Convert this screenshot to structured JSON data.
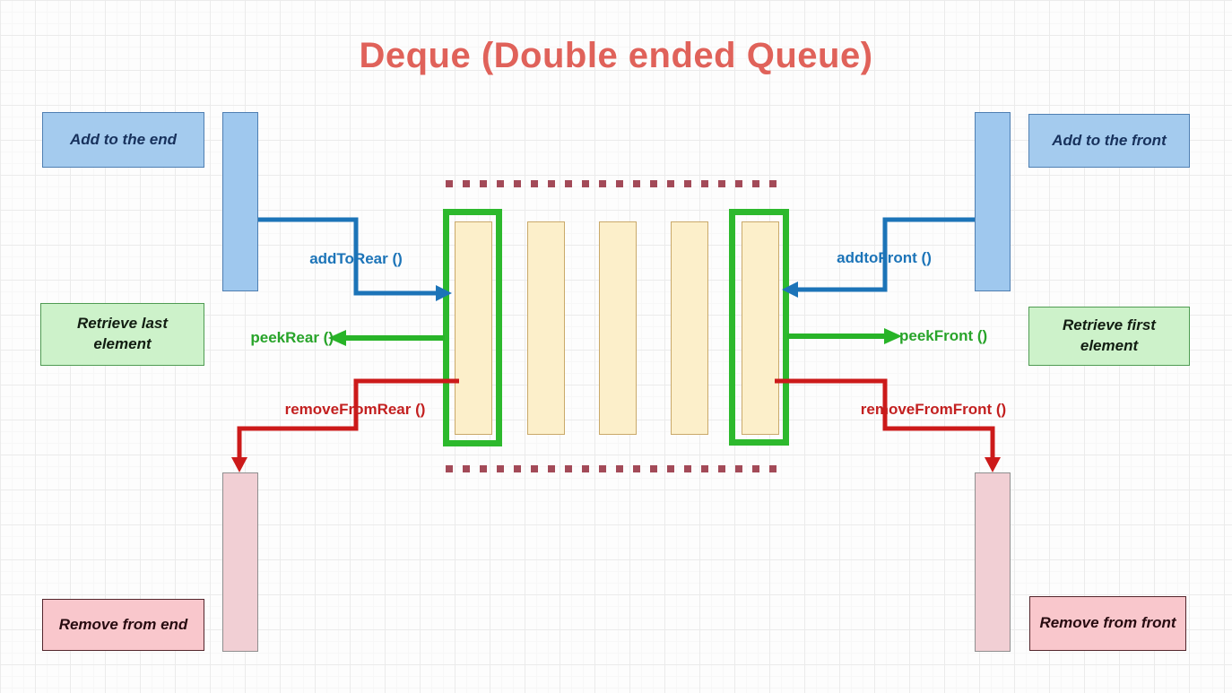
{
  "title": "Deque (Double ended Queue)",
  "left": {
    "add_label": "Add to the end",
    "retrieve_label": "Retrieve last element",
    "remove_label": "Remove from end",
    "op_add": "addToRear ()",
    "op_peek": "peekRear ()",
    "op_remove": "removeFromRear ()"
  },
  "right": {
    "add_label": "Add to the front",
    "retrieve_label": "Retrieve first element",
    "remove_label": "Remove from front",
    "op_add": "addtoFront ()",
    "op_peek": "peekFront ()",
    "op_remove": "removeFromFront ()"
  },
  "queue": {
    "slot_count": 5
  },
  "colors": {
    "title": "#e0625a",
    "add_box_fill": "#a4cbee",
    "add_box_border": "#4f7fb2",
    "retrieve_box_fill": "#cdf2ca",
    "retrieve_box_border": "#4f9b52",
    "remove_box_fill": "#f9c7cc",
    "remove_box_border": "#53262c",
    "pink_bar_fill": "#f1cfd4",
    "slot_fill": "#fcefca",
    "slot_border": "#c9a96a",
    "end_frame_green": "#2db92d",
    "arrow_blue": "#1c74b8",
    "arrow_green": "#28b428",
    "arrow_red": "#cc1a1a",
    "dotted_line": "#a34a58"
  }
}
